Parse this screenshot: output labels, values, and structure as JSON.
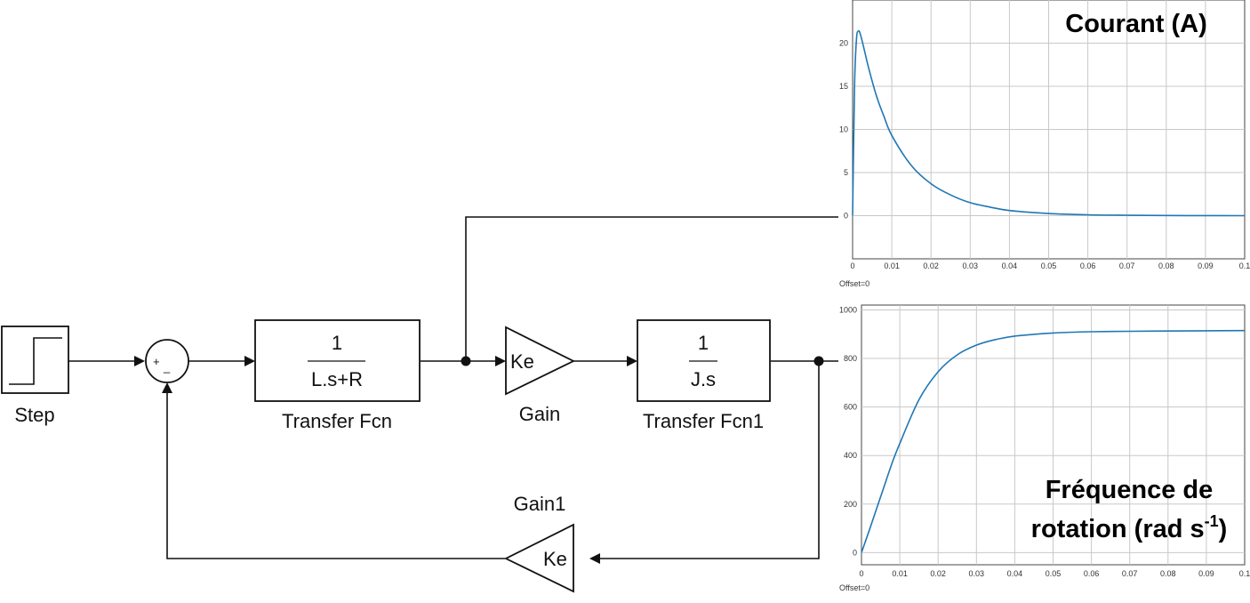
{
  "blocks": {
    "step": {
      "label": "Step"
    },
    "sum": {
      "plus": "+",
      "minus": "_"
    },
    "tf1": {
      "numerator": "1",
      "denominator": "L.s+R",
      "label": "Transfer Fcn"
    },
    "gain": {
      "value": "Ke",
      "label": "Gain"
    },
    "tf2": {
      "numerator": "1",
      "denominator": "J.s",
      "label": "Transfer Fcn1"
    },
    "gain1": {
      "value": "Ke",
      "label": "Gain1"
    }
  },
  "scopes": {
    "current": {
      "title": "Courant (A)",
      "offset": "Offset=0",
      "yticks": [
        "0",
        "5",
        "10",
        "15",
        "20"
      ],
      "xticks": [
        "0",
        "0.01",
        "0.02",
        "0.03",
        "0.04",
        "0.05",
        "0.06",
        "0.07",
        "0.08",
        "0.09",
        "0.1"
      ]
    },
    "speed": {
      "title_line1": "Fréquence de",
      "title_line2_main": "rotation (rad s",
      "title_line2_sup": "-1",
      "title_line2_end": ")",
      "offset": "Offset=0",
      "yticks": [
        "0",
        "200",
        "400",
        "600",
        "800",
        "1000"
      ],
      "xticks": [
        "0",
        "0.01",
        "0.02",
        "0.03",
        "0.04",
        "0.05",
        "0.06",
        "0.07",
        "0.08",
        "0.09",
        "0.1"
      ]
    }
  },
  "chart_data": [
    {
      "type": "line",
      "title": "Courant (A)",
      "xlim": [
        0,
        0.1
      ],
      "ylim": [
        -5,
        25
      ],
      "grid": true,
      "color": "#1f77b4",
      "x": [
        0,
        0.0005,
        0.001,
        0.0015,
        0.002,
        0.003,
        0.004,
        0.006,
        0.008,
        0.01,
        0.015,
        0.02,
        0.025,
        0.03,
        0.035,
        0.04,
        0.05,
        0.06,
        0.07,
        0.08,
        0.09,
        0.1
      ],
      "y": [
        0,
        15,
        20.5,
        21.4,
        21,
        19.2,
        17.3,
        14,
        11.5,
        9.3,
        5.8,
        3.7,
        2.4,
        1.5,
        1.0,
        0.6,
        0.25,
        0.1,
        0.05,
        0.02,
        0.01,
        0.0
      ]
    },
    {
      "type": "line",
      "title": "Fréquence de rotation (rad s-1)",
      "xlim": [
        0,
        0.1
      ],
      "ylim": [
        -50,
        1020
      ],
      "grid": true,
      "color": "#1f77b4",
      "x": [
        0,
        0.002,
        0.005,
        0.008,
        0.01,
        0.015,
        0.02,
        0.025,
        0.03,
        0.035,
        0.04,
        0.05,
        0.06,
        0.07,
        0.08,
        0.09,
        0.1
      ],
      "y": [
        0,
        90,
        230,
        370,
        450,
        630,
        745,
        815,
        855,
        878,
        892,
        905,
        910,
        912,
        913,
        914,
        915
      ]
    }
  ]
}
